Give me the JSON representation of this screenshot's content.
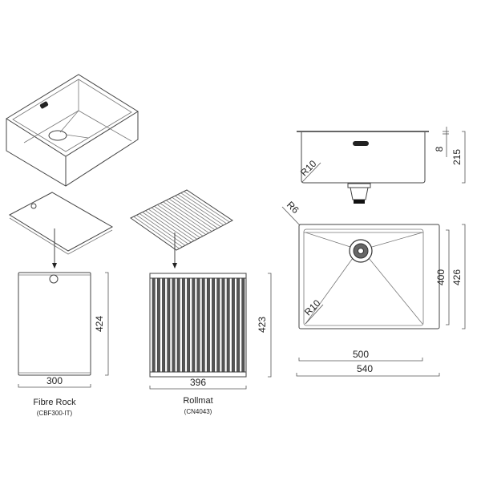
{
  "colors": {
    "line": "#444444",
    "dark": "#222222",
    "background": "#ffffff"
  },
  "fibre_rock": {
    "name": "Fibre Rock",
    "code": "(CBF300-IT)",
    "width": "300",
    "length": "424"
  },
  "rollmat": {
    "name": "Rollmat",
    "code": "(CN4043)",
    "width": "396",
    "length": "423"
  },
  "side_view": {
    "radius": "R10",
    "flange": "8",
    "height": "215"
  },
  "top_view": {
    "corner_radius": "R6",
    "inner_radius": "R10",
    "inner_width": "500",
    "outer_width": "540",
    "inner_depth": "400",
    "outer_depth": "426"
  }
}
